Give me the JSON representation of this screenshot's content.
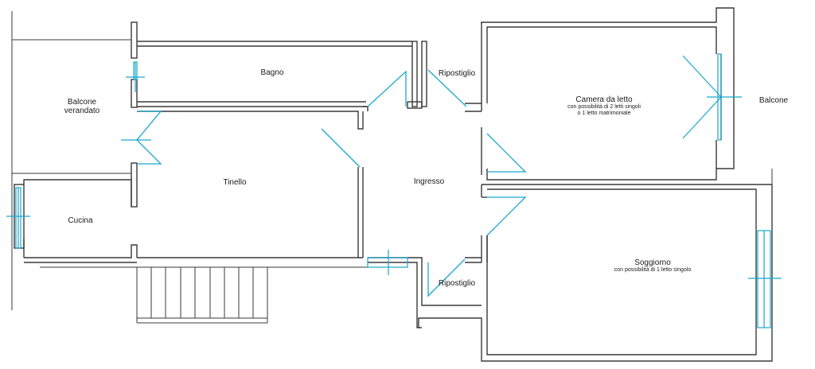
{
  "rooms": {
    "bagno": "Bagno",
    "ripostiglio_top": "Ripostiglio",
    "camera_title": "Camera da letto",
    "camera_note1": "con possibilità di 2 letti singoli",
    "camera_note2": "o 1 letto matrimoniale",
    "balcone_right": "Balcone",
    "balcone_verandato_1": "Balcone",
    "balcone_verandato_2": "verandato",
    "tinello": "Tinello",
    "ingresso": "Ingresso",
    "cucina": "Cucina",
    "soggiorno_title": "Soggiorno",
    "soggiorno_note": "con possibilità di 1 letto singolo",
    "ripostiglio_bottom": "Ripostiglio"
  },
  "colors": {
    "wall": "#3a3a3a",
    "door": "#1aa7cc",
    "background": "#ffffff"
  }
}
